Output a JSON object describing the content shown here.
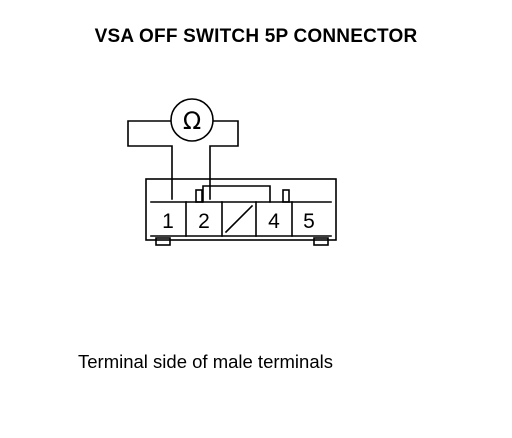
{
  "title": "VSA OFF SWITCH 5P CONNECTOR",
  "caption": "Terminal side of male terminals",
  "meter": {
    "symbol": "Ω",
    "icon": "ohmmeter-icon"
  },
  "connector": {
    "terminals": [
      "1",
      "2",
      "4",
      "5"
    ],
    "empty_cavity": "3",
    "probed_terminals": [
      "1",
      "2"
    ]
  }
}
